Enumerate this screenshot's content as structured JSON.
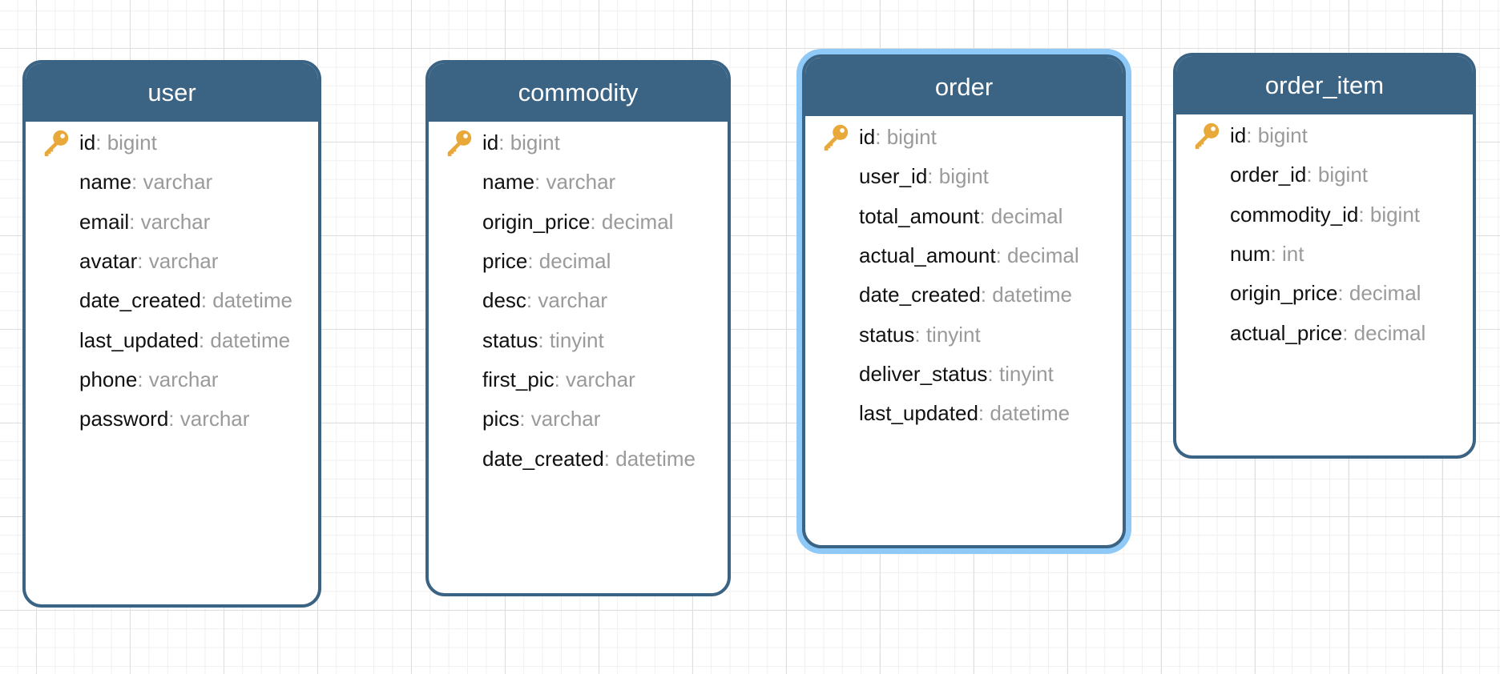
{
  "tables": [
    {
      "id": "user",
      "title": "user",
      "selected": false,
      "fields": [
        {
          "name": "id",
          "type": ": bigint",
          "primary_key": true
        },
        {
          "name": "name",
          "type": ": varchar"
        },
        {
          "name": "email",
          "type": ": varchar"
        },
        {
          "name": "avatar",
          "type": ": varchar"
        },
        {
          "name": "date_created",
          "type": ": datetime"
        },
        {
          "name": "last_updated",
          "type": ": datetime"
        },
        {
          "name": "phone",
          "type": ": varchar"
        },
        {
          "name": "password",
          "type": ": varchar"
        }
      ]
    },
    {
      "id": "commodity",
      "title": "commodity",
      "selected": false,
      "fields": [
        {
          "name": "id",
          "type": ": bigint",
          "primary_key": true
        },
        {
          "name": "name",
          "type": ": varchar"
        },
        {
          "name": "origin_price",
          "type": ": decimal"
        },
        {
          "name": "price",
          "type": ": decimal"
        },
        {
          "name": "desc",
          "type": ": varchar"
        },
        {
          "name": "status",
          "type": ": tinyint"
        },
        {
          "name": "first_pic",
          "type": ": varchar"
        },
        {
          "name": "pics",
          "type": ": varchar"
        },
        {
          "name": "date_created",
          "type": ": datetime"
        }
      ]
    },
    {
      "id": "order",
      "title": "order",
      "selected": true,
      "fields": [
        {
          "name": "id",
          "type": ": bigint",
          "primary_key": true
        },
        {
          "name": "user_id",
          "type": ": bigint"
        },
        {
          "name": "total_amount",
          "type": ": decimal"
        },
        {
          "name": "actual_amount",
          "type": ": decimal"
        },
        {
          "name": "date_created",
          "type": ": datetime"
        },
        {
          "name": "status",
          "type": ": tinyint"
        },
        {
          "name": "deliver_status",
          "type": ": tinyint"
        },
        {
          "name": "last_updated",
          "type": ": datetime"
        }
      ]
    },
    {
      "id": "order_item",
      "title": "order_item",
      "selected": false,
      "fields": [
        {
          "name": "id",
          "type": ": bigint",
          "primary_key": true
        },
        {
          "name": "order_id",
          "type": ": bigint"
        },
        {
          "name": "commodity_id",
          "type": ": bigint"
        },
        {
          "name": "num",
          "type": ": int"
        },
        {
          "name": "origin_price",
          "type": ": decimal"
        },
        {
          "name": "actual_price",
          "type": ": decimal"
        }
      ]
    }
  ],
  "colors": {
    "header": "#3b6383",
    "selection": "#8ec9f7",
    "key_icon": "#e8a93a",
    "field_type": "#9a9a9a"
  }
}
